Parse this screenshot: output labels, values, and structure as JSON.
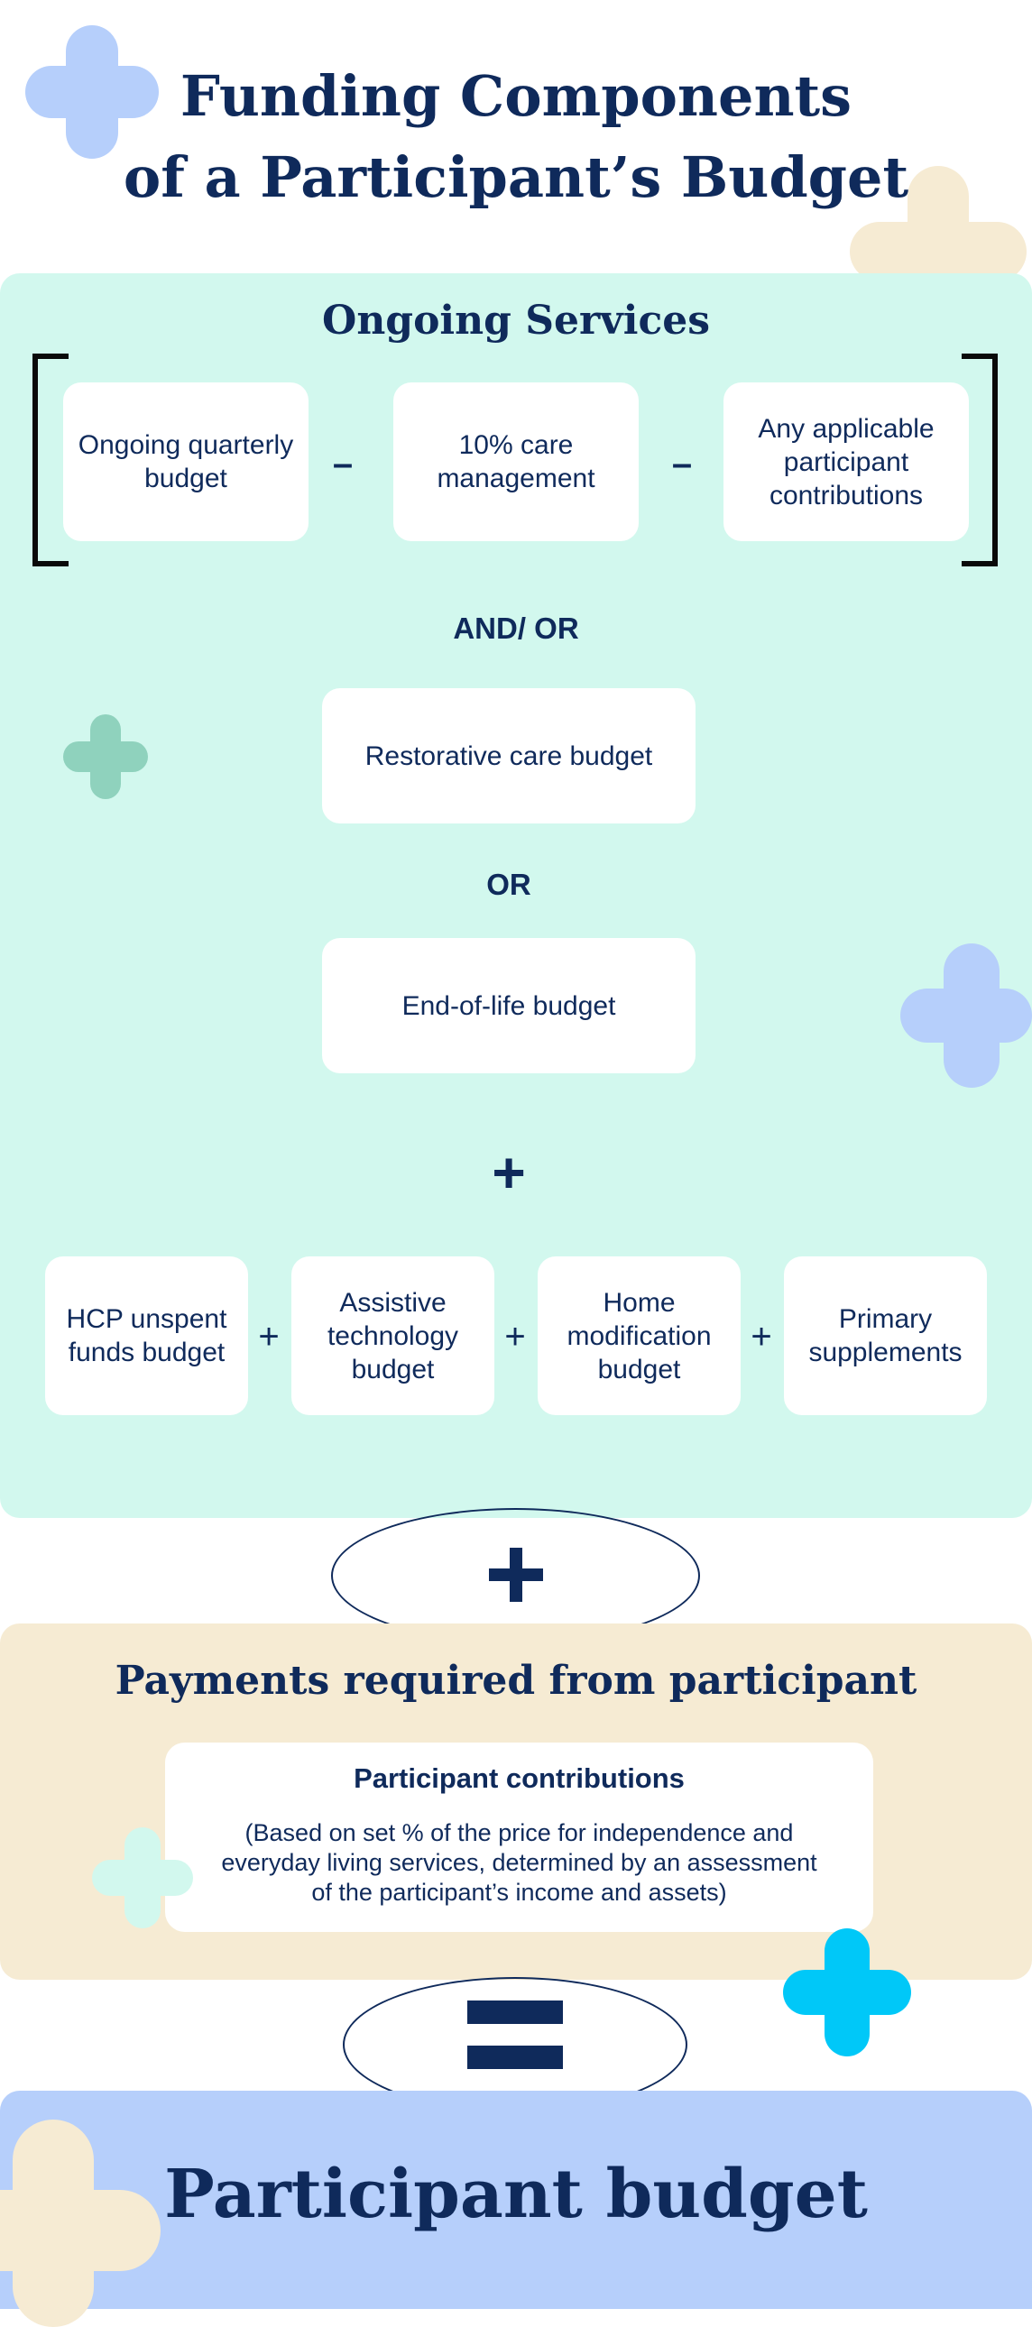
{
  "title": {
    "line1": "Funding Components",
    "line2": "of a Participant’s Budget"
  },
  "ongoing": {
    "heading": "Ongoing Services",
    "components": [
      "Ongoing quarterly budget",
      "10% care management",
      "Any applicable participant contributions"
    ],
    "minus_symbol": "–",
    "and_or": "AND/ OR",
    "restorative": "Restorative care budget",
    "or": "OR",
    "end_of_life": "End-of-life budget",
    "plus_symbol": "+",
    "supplements": [
      "HCP unspent funds budget",
      "Assistive technology budget",
      "Home modification budget",
      "Primary supplements"
    ]
  },
  "payments": {
    "heading": "Payments required from participant",
    "card_title": "Participant contributions",
    "card_desc": "(Based on set % of the price for independence and everyday living services, determined by an assessment of the participant’s income and assets)"
  },
  "result": {
    "label": "Participant budget"
  },
  "colors": {
    "navy": "#0f2a5b",
    "mint_panel": "#d2f8ee",
    "cream_panel": "#f6ebd3",
    "blue_panel": "#b6cffb",
    "cross_blue": "#b6cffb",
    "cross_cream": "#f6ebd3",
    "cross_green": "#8fd2bd",
    "cross_cyan": "#00c8f8",
    "cross_mint": "#d2f8ee"
  }
}
